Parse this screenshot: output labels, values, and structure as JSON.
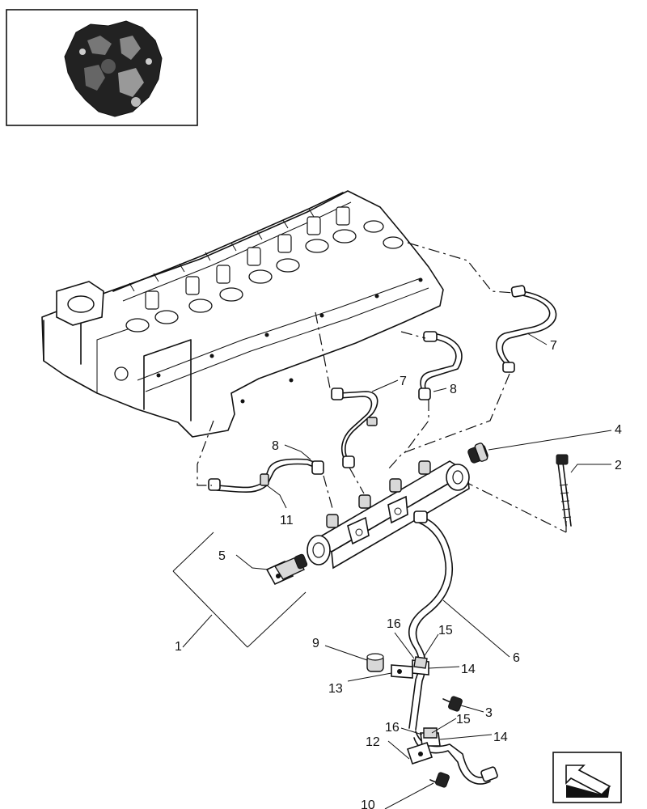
{
  "callouts": {
    "c1": "1",
    "c2": "2",
    "c3": "3",
    "c4": "4",
    "c5": "5",
    "c6": "6",
    "c7a": "7",
    "c7b": "7",
    "c8a": "8",
    "c8b": "8",
    "c9": "9",
    "c10": "10",
    "c11": "11",
    "c12": "12",
    "c13": "13",
    "c14a": "14",
    "c14b": "14",
    "c15a": "15",
    "c15b": "15",
    "c16a": "16",
    "c16b": "16"
  },
  "icons": {
    "thumbnail": "engine-thumbnail-icon",
    "navigation": "arrow-navigation-icon"
  }
}
